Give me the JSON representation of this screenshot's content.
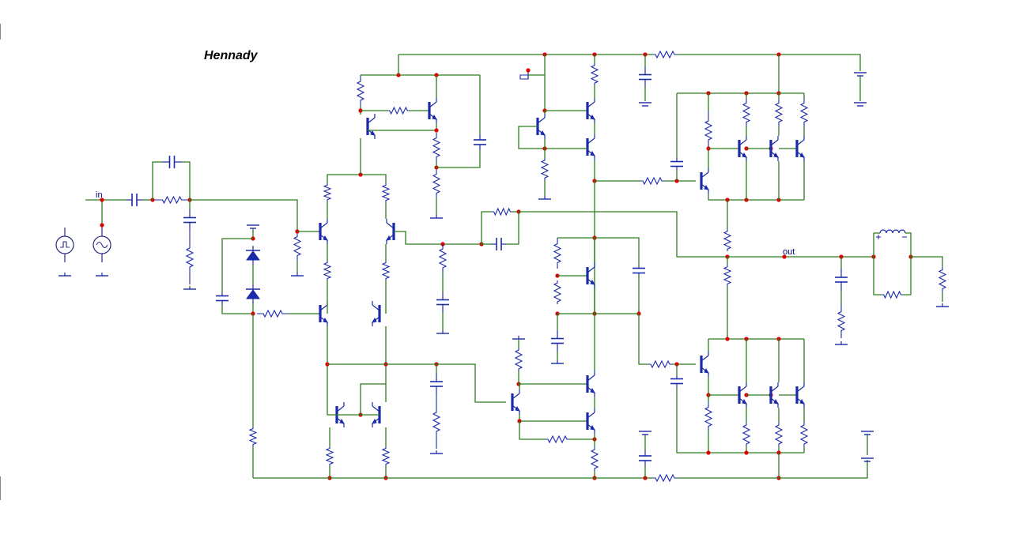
{
  "title": "Hennady",
  "labels": {
    "input": "in",
    "output": "out"
  },
  "colors": {
    "wire": "#2e7d1e",
    "part": "#1a2aa8",
    "junction": "#e00000",
    "source": "#2a2a80"
  }
}
